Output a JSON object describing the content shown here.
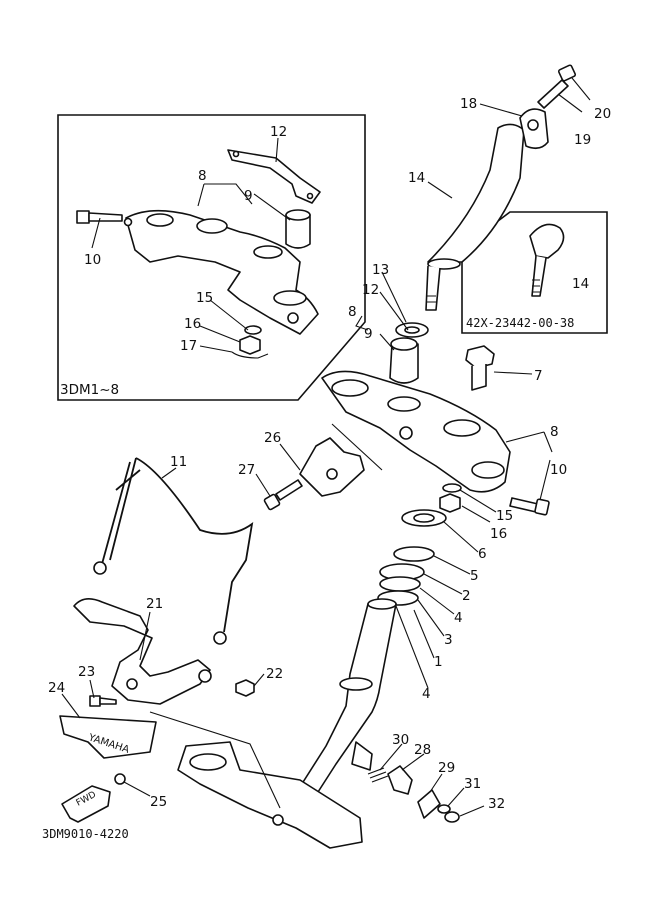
{
  "diagram": {
    "figure_code": "3DM9010-4220",
    "inset_left_label": "3DM1~8",
    "inset_right_label": "42X-23442-00-38",
    "fwd_label": "FWD",
    "brand_label": "YAMAHA",
    "callouts": {
      "n1": "1",
      "n2": "2",
      "n3": "3",
      "n4a": "4",
      "n4b": "4",
      "n5": "5",
      "n6": "6",
      "n7": "7",
      "n8a": "8",
      "n8b": "8",
      "n8c": "8",
      "n9a": "9",
      "n9b": "9",
      "n10a": "10",
      "n10b": "10",
      "n11": "11",
      "n12a": "12",
      "n12b": "12",
      "n13": "13",
      "n14a": "14",
      "n14b": "14",
      "n15a": "15",
      "n15b": "15",
      "n16a": "16",
      "n16b": "16",
      "n17": "17",
      "n18": "18",
      "n19": "19",
      "n20": "20",
      "n21": "21",
      "n22": "22",
      "n23": "23",
      "n24": "24",
      "n25": "25",
      "n26": "26",
      "n27": "27",
      "n28": "28",
      "n29": "29",
      "n30": "30",
      "n31": "31",
      "n32": "32"
    }
  }
}
